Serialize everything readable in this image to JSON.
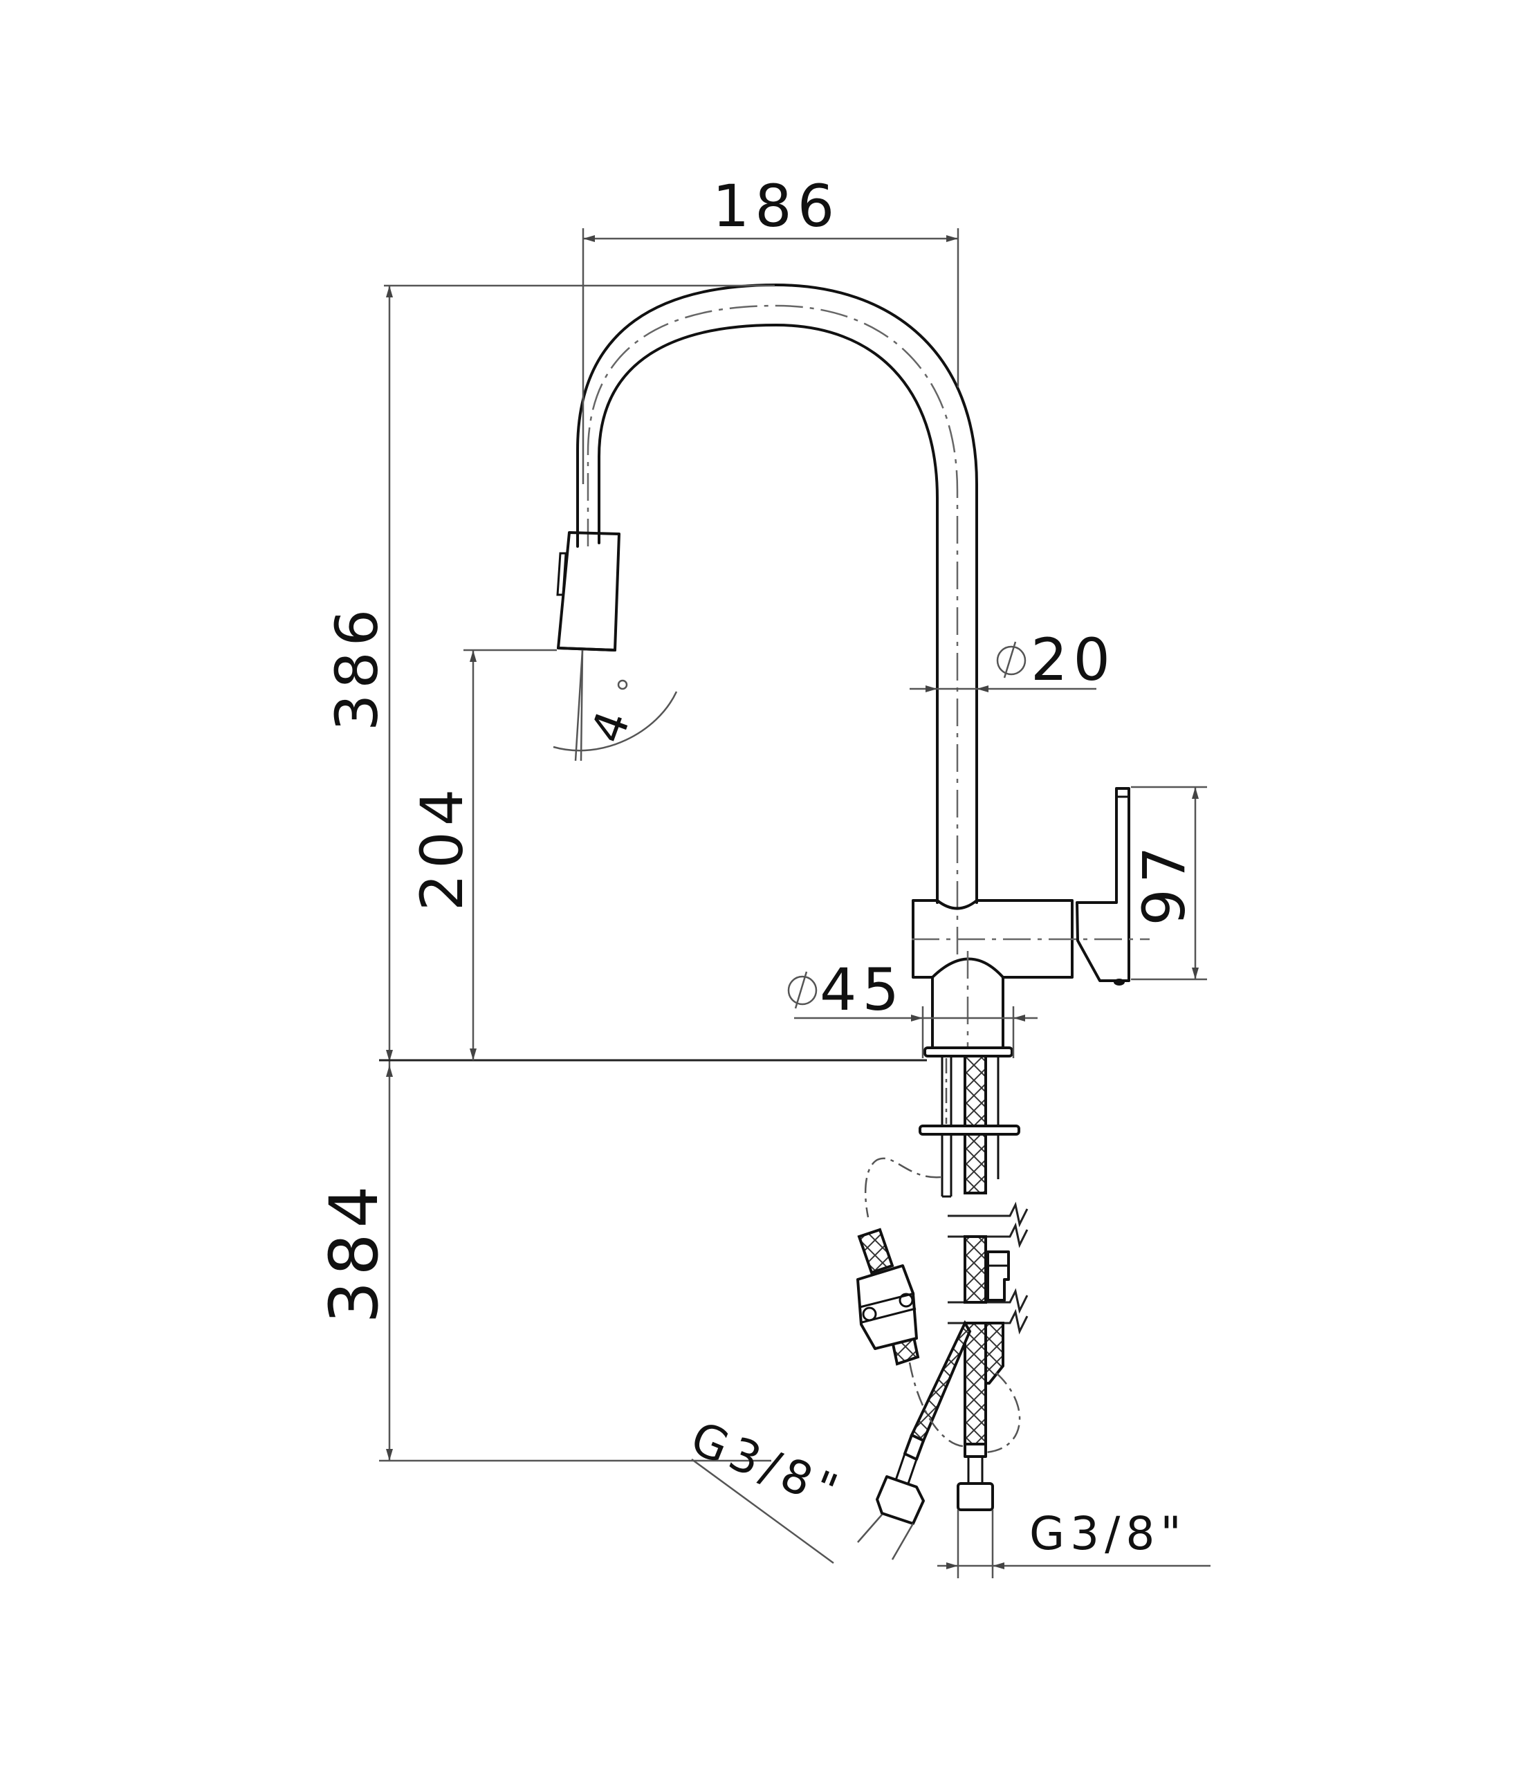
{
  "drawing": {
    "title": "Kitchen mixer tap with pull-out spout – dimensional drawing",
    "units": "mm",
    "colors": {
      "line": "#111111",
      "dimension": "#555555",
      "background": "#ffffff"
    }
  },
  "dimensions": {
    "spout_reach": {
      "label": "186",
      "orientation": "horizontal"
    },
    "total_height_above_deck": {
      "label": "386",
      "orientation": "vertical"
    },
    "spout_outlet_height": {
      "label": "204",
      "orientation": "vertical"
    },
    "below_deck_length": {
      "label": "384",
      "orientation": "vertical"
    },
    "lever_height": {
      "label": "97",
      "orientation": "vertical"
    },
    "spout_tube_diameter": {
      "symbol": "⌀",
      "value": "20"
    },
    "body_diameter": {
      "symbol": "⌀",
      "value": "45"
    },
    "spray_angle": {
      "label": "4",
      "unit": "°"
    },
    "connection_left": {
      "label": "G3/8\""
    },
    "connection_right": {
      "label": "G3/8\""
    }
  },
  "icons": {
    "diameter_symbol": "diameter-icon",
    "degree_symbol": "degree-icon"
  }
}
